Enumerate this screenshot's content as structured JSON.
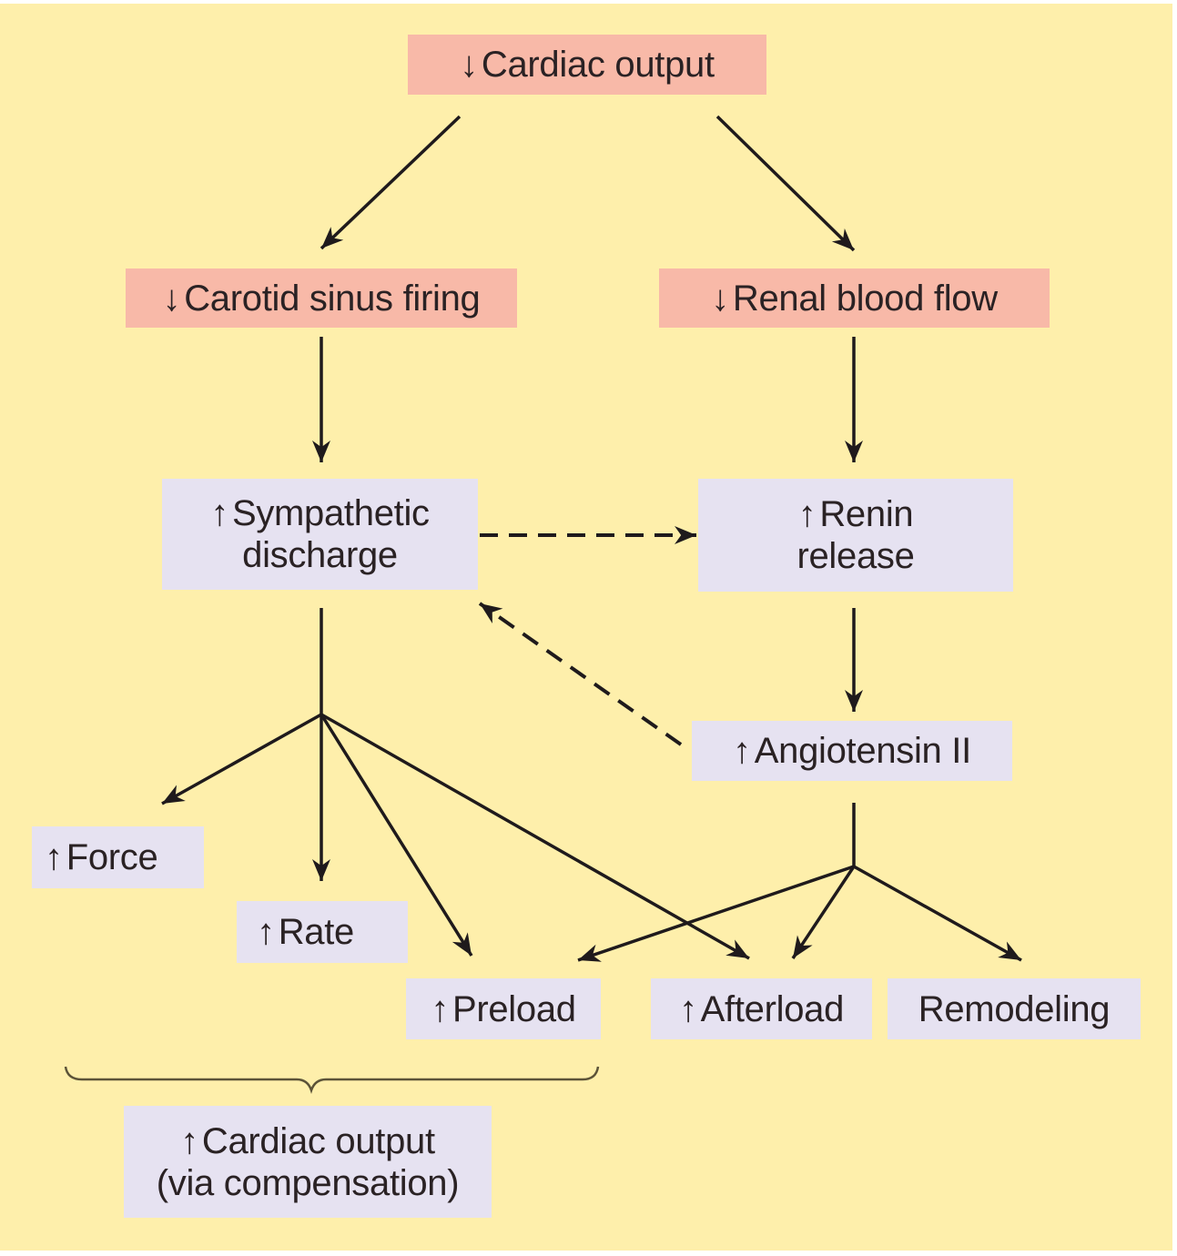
{
  "title": "Compensatory responses to decreased cardiac output",
  "colors": {
    "background": "#FEEFAB",
    "decrease_box": "#F8B9A8",
    "increase_box": "#E6E2F1",
    "arrow": "#1f1a1c"
  },
  "nodes": {
    "cardiac_output_down": {
      "icon": "down-arrow-icon",
      "symbol": "↓",
      "lines": [
        "Cardiac output"
      ]
    },
    "carotid_sinus": {
      "icon": "down-arrow-icon",
      "symbol": "↓",
      "lines": [
        "Carotid sinus firing"
      ]
    },
    "renal_blood_flow": {
      "icon": "down-arrow-icon",
      "symbol": "↓",
      "lines": [
        "Renal blood flow"
      ]
    },
    "sympathetic": {
      "icon": "up-arrow-icon",
      "symbol": "↑",
      "lines": [
        "Sympathetic",
        "discharge"
      ]
    },
    "renin": {
      "icon": "up-arrow-icon",
      "symbol": "↑",
      "lines": [
        "Renin",
        "release"
      ]
    },
    "angiotensin": {
      "icon": "up-arrow-icon",
      "symbol": "↑",
      "lines": [
        "Angiotensin II"
      ]
    },
    "force": {
      "icon": "up-arrow-icon",
      "symbol": "↑",
      "lines": [
        "Force"
      ]
    },
    "rate": {
      "icon": "up-arrow-icon",
      "symbol": "↑",
      "lines": [
        "Rate"
      ]
    },
    "preload": {
      "icon": "up-arrow-icon",
      "symbol": "↑",
      "lines": [
        "Preload"
      ]
    },
    "afterload": {
      "icon": "up-arrow-icon",
      "symbol": "↑",
      "lines": [
        "Afterload"
      ]
    },
    "remodeling": {
      "icon": "",
      "symbol": "",
      "lines": [
        "Remodeling"
      ]
    },
    "cardiac_output_up": {
      "icon": "up-arrow-icon",
      "symbol": "↑",
      "lines": [
        "Cardiac output",
        "(via compensation)"
      ]
    }
  },
  "edges": [
    {
      "from": "cardiac_output_down",
      "to": "carotid_sinus",
      "style": "solid"
    },
    {
      "from": "cardiac_output_down",
      "to": "renal_blood_flow",
      "style": "solid"
    },
    {
      "from": "carotid_sinus",
      "to": "sympathetic",
      "style": "solid"
    },
    {
      "from": "renal_blood_flow",
      "to": "renin",
      "style": "solid"
    },
    {
      "from": "sympathetic",
      "to": "renin",
      "style": "dashed"
    },
    {
      "from": "angiotensin",
      "to": "sympathetic",
      "style": "dashed"
    },
    {
      "from": "renin",
      "to": "angiotensin",
      "style": "solid"
    },
    {
      "from": "sympathetic",
      "to": "force",
      "style": "solid"
    },
    {
      "from": "sympathetic",
      "to": "rate",
      "style": "solid"
    },
    {
      "from": "sympathetic",
      "to": "preload",
      "style": "solid"
    },
    {
      "from": "sympathetic",
      "to": "afterload",
      "style": "solid"
    },
    {
      "from": "angiotensin",
      "to": "preload",
      "style": "solid"
    },
    {
      "from": "angiotensin",
      "to": "afterload",
      "style": "solid"
    },
    {
      "from": "angiotensin",
      "to": "remodeling",
      "style": "solid"
    }
  ],
  "brace": {
    "groups": [
      "force",
      "rate",
      "preload"
    ],
    "result": "cardiac_output_up"
  }
}
